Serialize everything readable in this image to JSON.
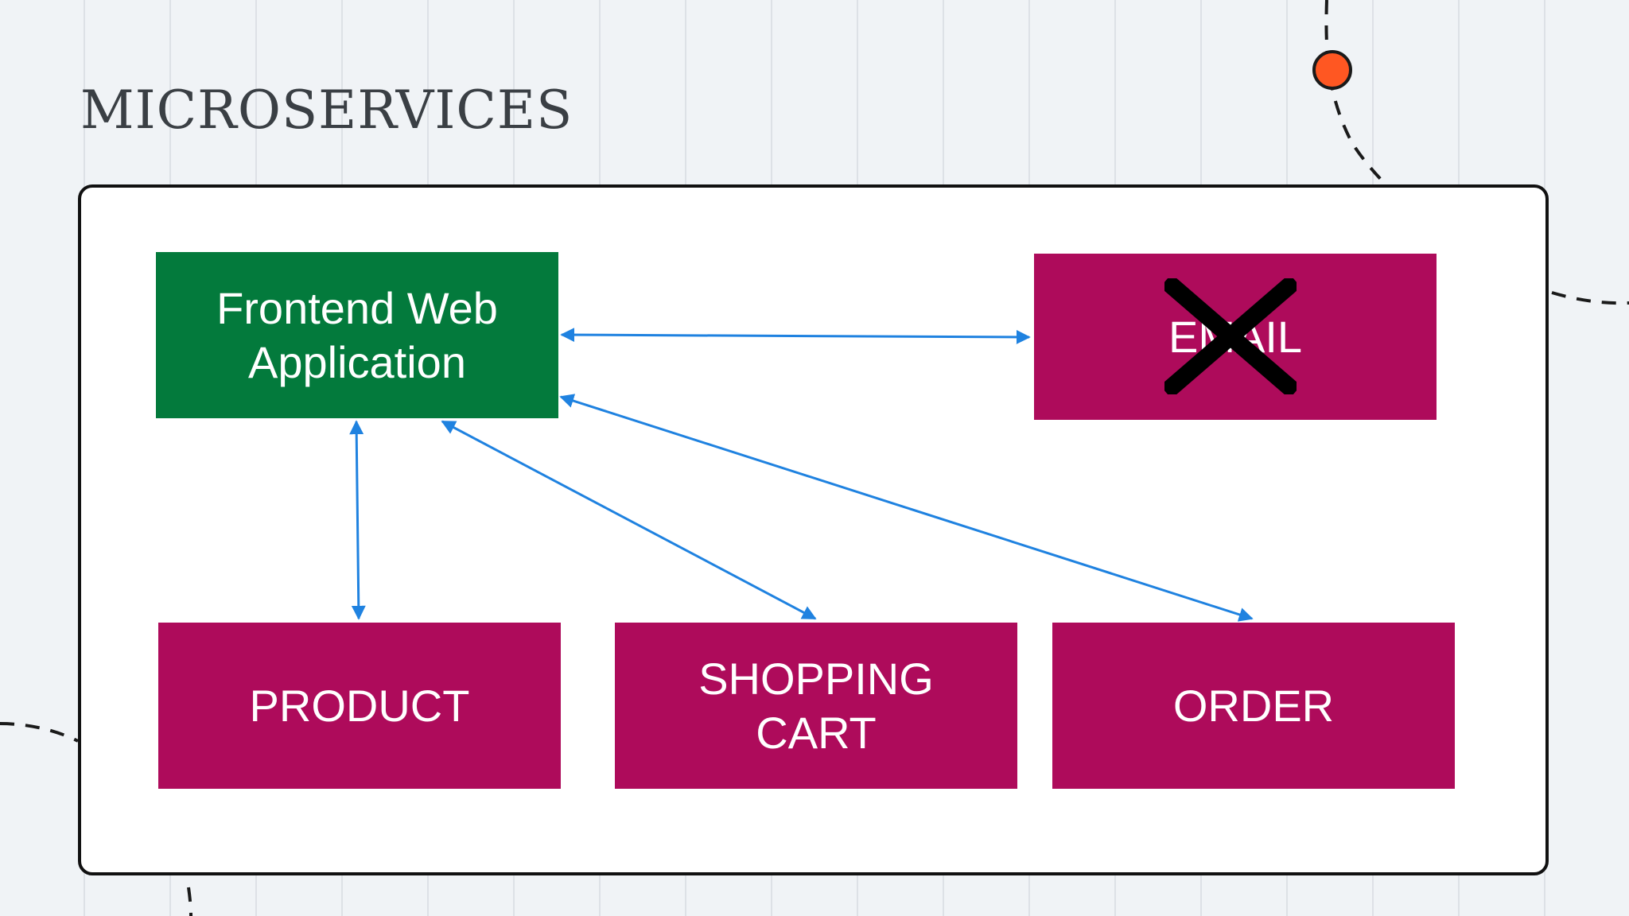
{
  "title": "MICROSERVICES",
  "colors": {
    "frontend": "#037a3c",
    "service": "#ae0b5b",
    "arrow": "#1f82e0",
    "accent_dot": "#ff5722",
    "panel_border": "#111111"
  },
  "nodes": {
    "frontend": "Frontend Web\nApplication",
    "email": "EMAIL",
    "product": "PRODUCT",
    "shopping_cart": "SHOPPING\nCART",
    "order": "ORDER"
  },
  "email_status": "removed (crossed out)",
  "connections": [
    {
      "from": "frontend",
      "to": "email",
      "direction": "bidirectional"
    },
    {
      "from": "frontend",
      "to": "product",
      "direction": "bidirectional"
    },
    {
      "from": "frontend",
      "to": "shopping_cart",
      "direction": "bidirectional"
    },
    {
      "from": "frontend",
      "to": "order",
      "direction": "bidirectional"
    }
  ]
}
